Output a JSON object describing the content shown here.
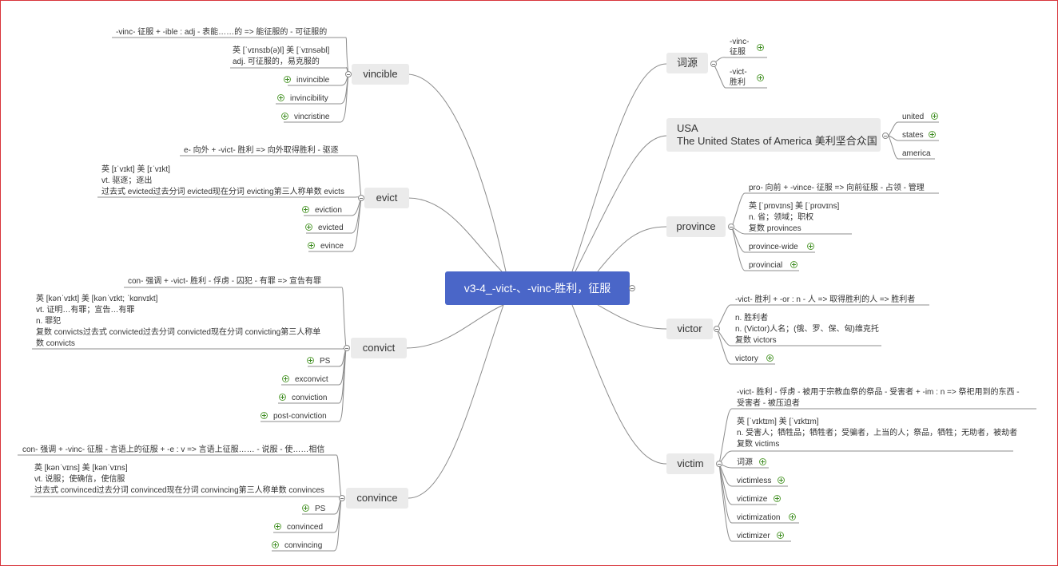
{
  "central": {
    "title": "v3-4_-vict-、-vinc-胜利，征服"
  },
  "vincible": {
    "title": "vincible",
    "etym": "-vinc- 征服 + -ible : adj - 表能……的 => 能征服的 - 可征服的",
    "def": [
      "英 [ˈvɪnsɪb(ə)l]  美 [ˈvɪnsəbl]",
      "adj. 可征服的，易克服的"
    ],
    "children": [
      "invincible",
      "invincibility",
      "vincristine"
    ]
  },
  "evict": {
    "title": "evict",
    "etym": "e- 向外 + -vict- 胜利 => 向外取得胜利 - 驱逐",
    "def": [
      "英 [ɪˈvɪkt]  美 [ɪˈvɪkt]",
      "vt. 驱逐；逐出",
      "过去式 evicted过去分词 evicted现在分词 evicting第三人称单数 evicts"
    ],
    "children": [
      "eviction",
      "evicted",
      "evince"
    ]
  },
  "convict": {
    "title": "convict",
    "etym": "con- 强调 + -vict- 胜利 - 俘虏 - 囚犯 - 有罪 => 宣告有罪",
    "def": [
      "英 [kənˈvɪkt]  美 [kənˈvɪkt; ˈkɑnvɪkt]",
      "vt. 证明…有罪；宣告…有罪",
      "n. 罪犯",
      "复数 convicts过去式 convicted过去分词 convicted现在分词 convicting第三人称单",
      "数 convicts"
    ],
    "children": [
      "PS",
      "exconvict",
      "conviction",
      "post-conviction"
    ]
  },
  "convince": {
    "title": "convince",
    "etym": "con- 强调 + -vinc- 征服 - 言语上的征服 + -e : v => 言语上征服…… - 说服 - 使……相信",
    "def": [
      "英 [kənˈvɪns]  美 [kənˈvɪns]",
      "vt. 说服；使确信，使信服",
      "过去式 convinced过去分词 convinced现在分词 convincing第三人称单数 convinces"
    ],
    "children": [
      "PS",
      "convinced",
      "convincing"
    ]
  },
  "ciyuan": {
    "title": "词源",
    "children": [
      [
        "-vinc-",
        "征服"
      ],
      [
        "-vict-",
        "胜利"
      ]
    ]
  },
  "usa": {
    "title": [
      "USA",
      "The United States of America 美利坚合众国"
    ],
    "children": [
      "united",
      "states",
      "america"
    ]
  },
  "province": {
    "title": "province",
    "etym": "pro- 向前 + -vince- 征服  => 向前征服 - 占领 - 管理",
    "def": [
      "英 [ˈprɒvɪns]  美 [ˈprɑvɪns]",
      "n. 省；领域；职权",
      "复数 provinces"
    ],
    "children": [
      "province-wide",
      "provincial"
    ]
  },
  "victor": {
    "title": "victor",
    "etym": "-vict- 胜利 + -or : n - 人 => 取得胜利的人 => 胜利者",
    "def": [
      "n. 胜利者",
      "n. (Victor)人名；(俄、罗、保、匈)维克托",
      "复数 victors"
    ],
    "children": [
      "victory"
    ]
  },
  "victim": {
    "title": "victim",
    "etym": [
      "-vict- 胜利 - 俘虏 - 被用于宗教血祭的祭品 - 受害者 + -im : n => 祭祀用到的东西 -",
      "受害者 - 被压迫者"
    ],
    "def": [
      "英 [ˈvɪktɪm]  美 [ˈvɪktɪm]",
      "n. 受害人；牺牲品；牺牲者；受骗者，上当的人；祭品，牺牲；无助者，被劫者",
      "复数 victims"
    ],
    "children": [
      "词源",
      "victimless",
      "victimize",
      "victimization",
      "victimizer"
    ]
  }
}
